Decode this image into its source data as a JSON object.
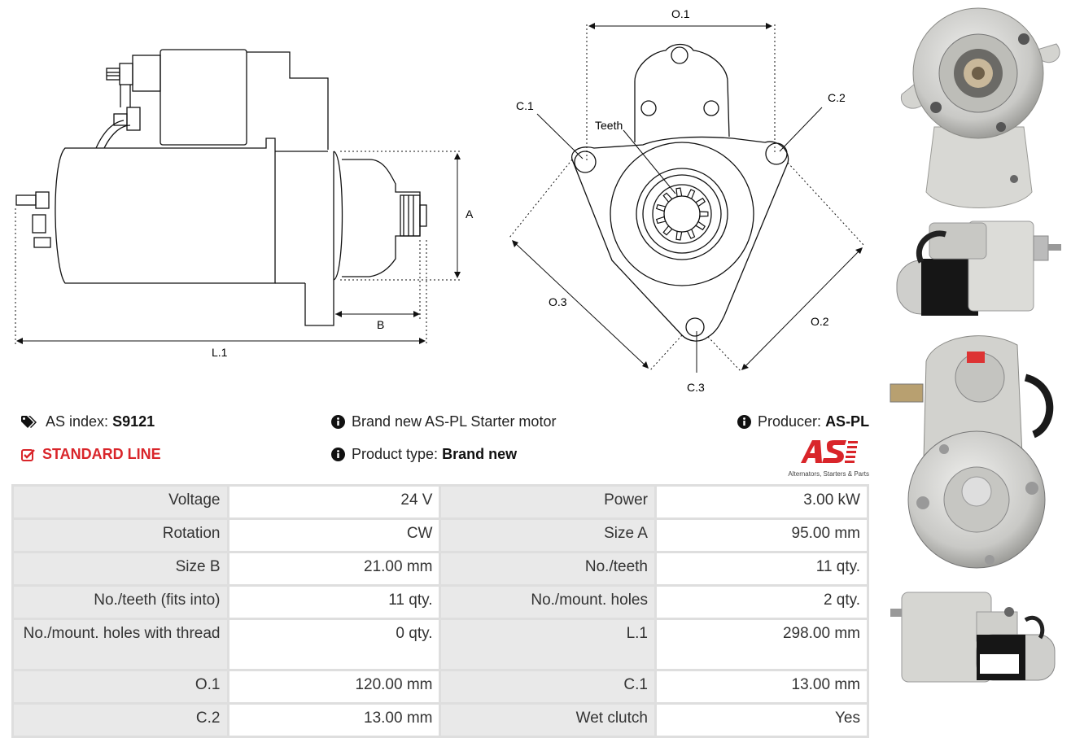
{
  "drawing": {
    "labels": {
      "A": "A",
      "B": "B",
      "L1": "L.1",
      "O1": "O.1",
      "O2": "O.2",
      "O3": "O.3",
      "C1": "C.1",
      "C2": "C.2",
      "C3": "C.3",
      "teeth": "Teeth"
    }
  },
  "info": {
    "as_index_label": "AS index:",
    "as_index_value": "S9121",
    "line": "STANDARD LINE",
    "description": "Brand new AS-PL Starter motor",
    "product_type_label": "Product type:",
    "product_type_value": "Brand new",
    "producer_label": "Producer:",
    "producer_value": "AS-PL",
    "logo_tagline": "Alternators, Starters & Parts"
  },
  "specs": [
    {
      "k1": "Voltage",
      "v1": "24 V",
      "k2": "Power",
      "v2": "3.00 kW"
    },
    {
      "k1": "Rotation",
      "v1": "CW",
      "k2": "Size A",
      "v2": "95.00 mm"
    },
    {
      "k1": "Size B",
      "v1": "21.00 mm",
      "k2": "No./teeth",
      "v2": "11 qty."
    },
    {
      "k1": "No./teeth (fits into)",
      "v1": "11 qty.",
      "k2": "No./mount. holes",
      "v2": "2 qty."
    },
    {
      "k1": "No./mount. holes with thread",
      "v1": "0 qty.",
      "k2": "L.1",
      "v2": "298.00 mm"
    },
    {
      "k1": "O.1",
      "v1": "120.00 mm",
      "k2": "C.1",
      "v2": "13.00 mm"
    },
    {
      "k1": "C.2",
      "v1": "13.00 mm",
      "k2": "Wet clutch",
      "v2": "Yes"
    }
  ],
  "colors": {
    "accent_red": "#d9252a",
    "table_border": "#dedede",
    "key_bg": "#e9e9e9"
  },
  "icons": [
    "tags-icon",
    "check-square-icon",
    "info-circle-icon"
  ]
}
